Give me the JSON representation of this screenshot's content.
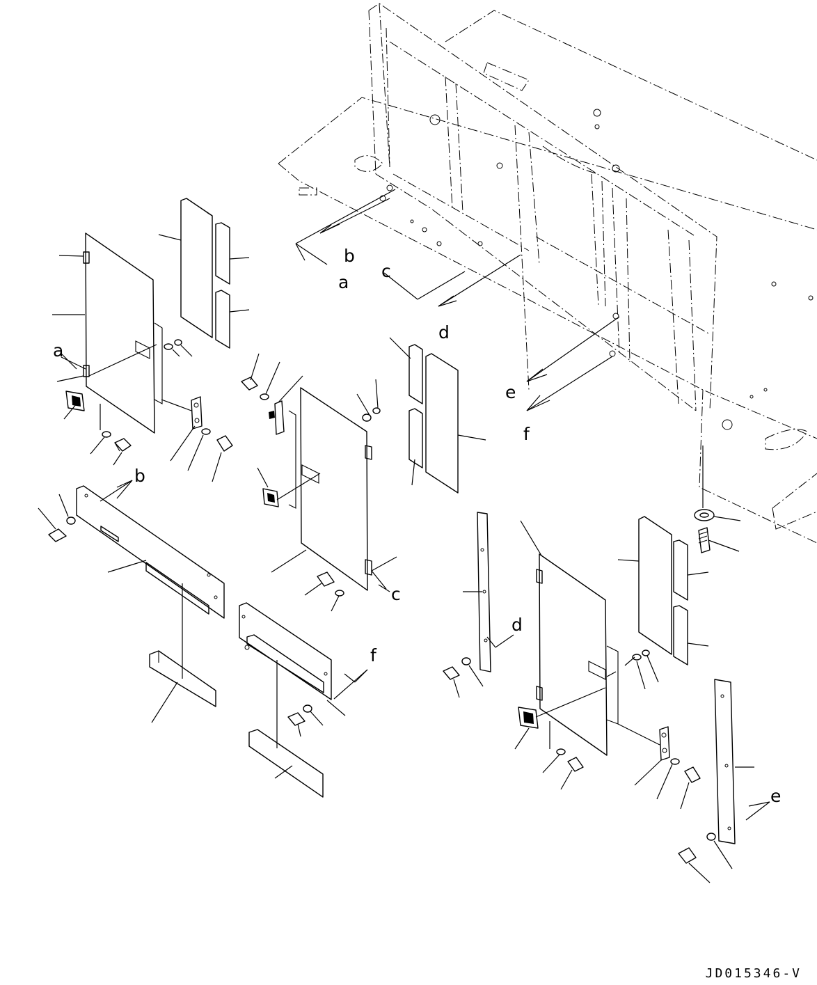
{
  "diagram": {
    "callouts": {
      "a": "a",
      "b": "b",
      "c": "c",
      "d": "d",
      "e": "e",
      "f": "f"
    },
    "document_id": "JD015346-V"
  }
}
